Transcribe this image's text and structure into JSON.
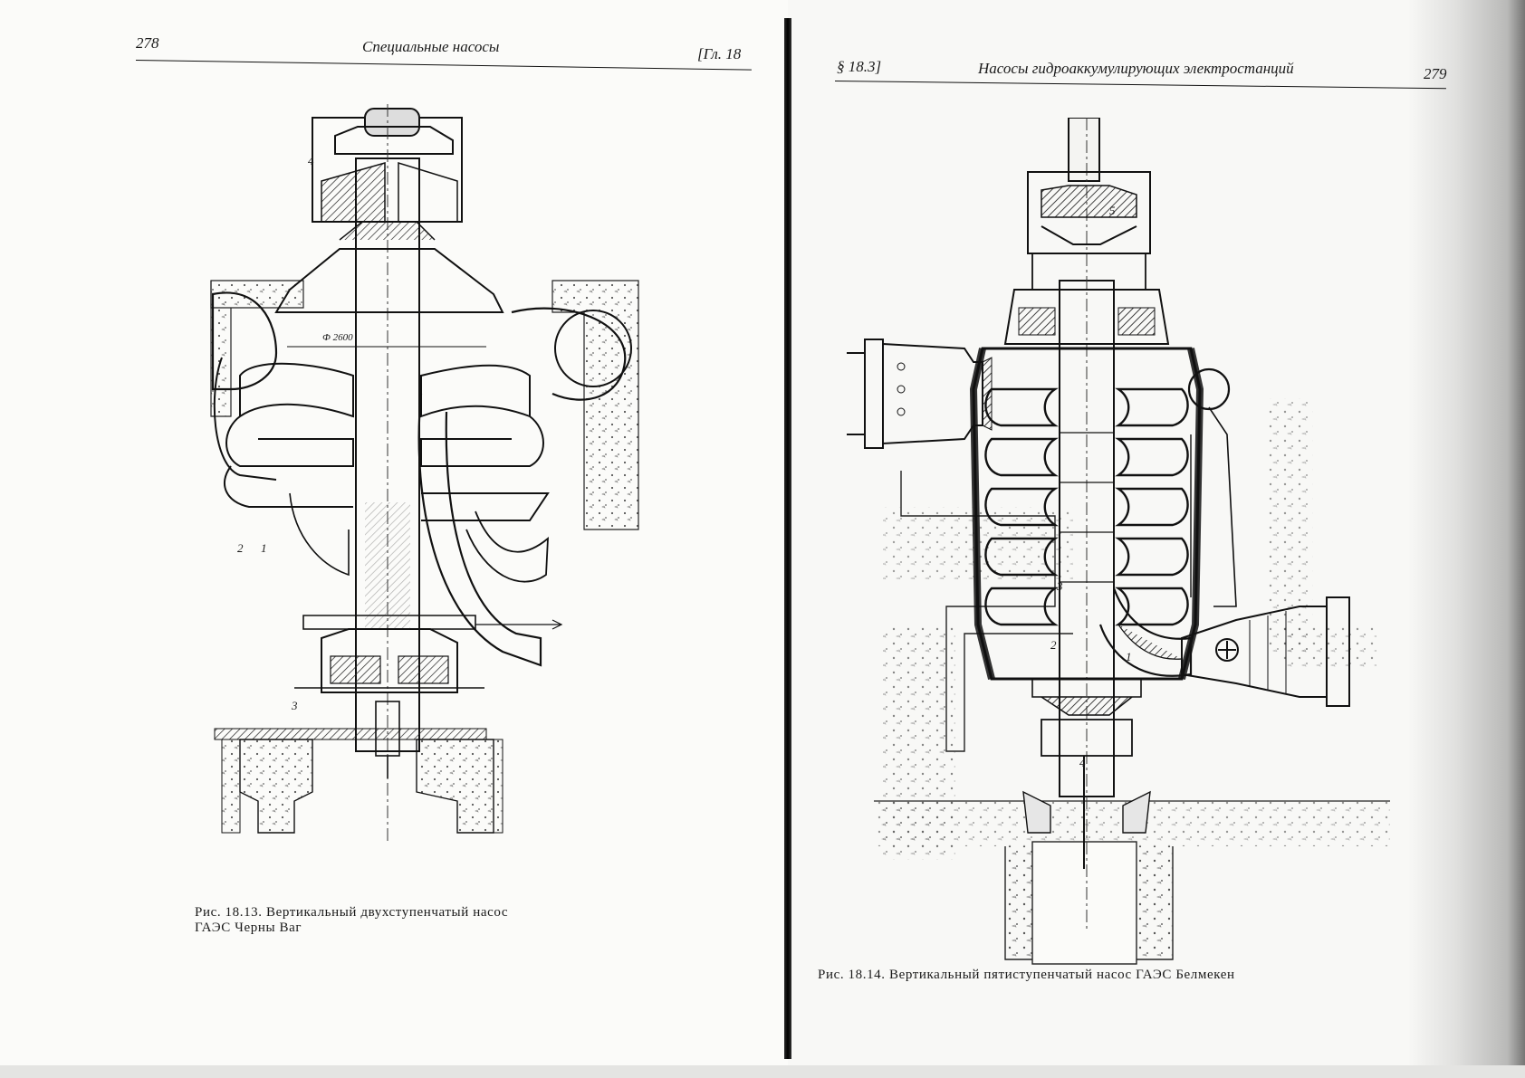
{
  "left_page": {
    "page_number": "278",
    "running_title": "Специальные насосы",
    "chapter": "[Гл. 18",
    "figure": {
      "caption_line1": "Рис.  18.13.  Вертикальный  двухступенчатый  насос",
      "caption_line2": "ГАЭС Черны Ваг",
      "dimension_label": "Ф 2600",
      "callouts": [
        "4",
        "2",
        "1",
        "3"
      ]
    }
  },
  "right_page": {
    "section": "§ 18.3]",
    "running_title": "Насосы гидроаккумулирующих электростанций",
    "page_number": "279",
    "figure": {
      "caption": "Рис. 18.14. Вертикальный пятиступенчатый насос ГАЭС Белмекен",
      "callouts": [
        "5",
        "3",
        "2",
        "1",
        "4"
      ]
    }
  }
}
